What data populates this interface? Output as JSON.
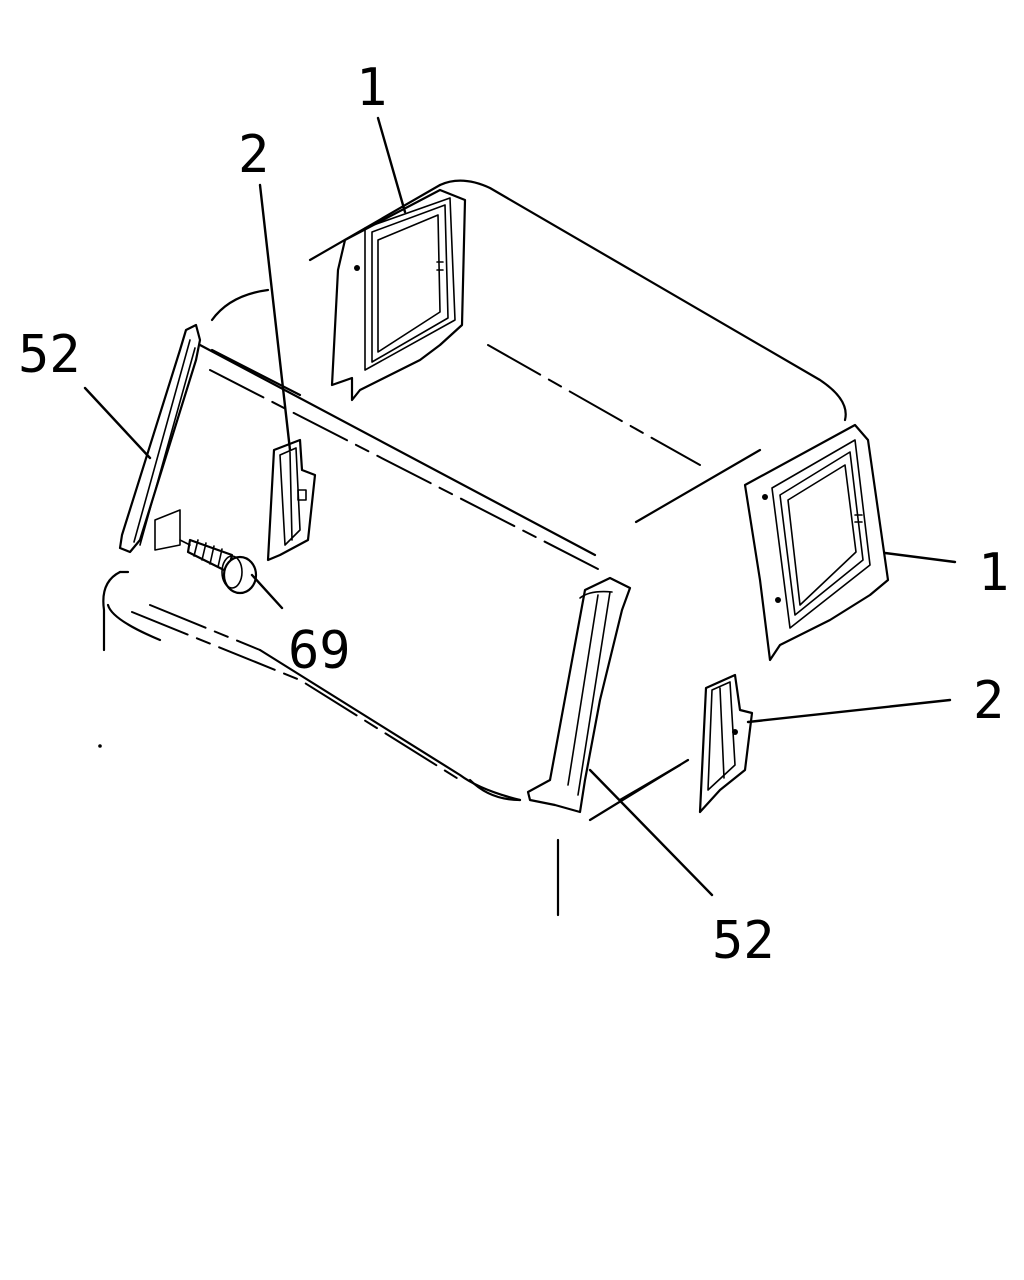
{
  "callouts": {
    "c1_top": "1",
    "c1_right": "1",
    "c2_top": "2",
    "c2_right": "2",
    "c52_left": "52",
    "c52_bottom": "52",
    "c69": "69"
  }
}
